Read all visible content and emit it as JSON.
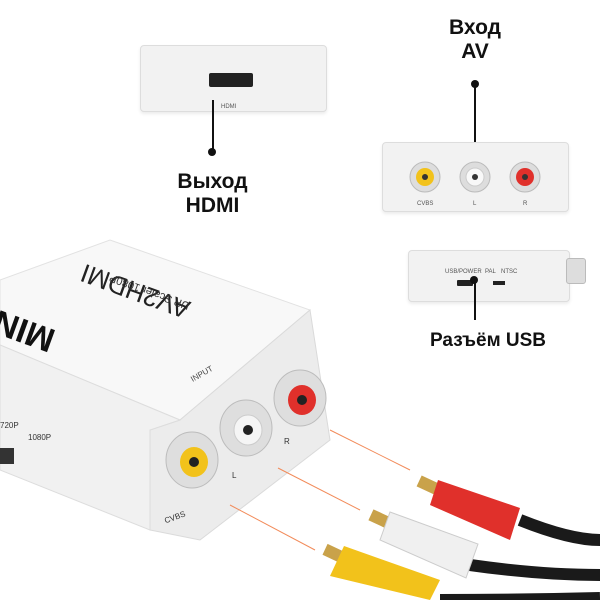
{
  "callouts": {
    "hdmi_out": {
      "line1": "Выход",
      "line2": "HDMI"
    },
    "av_in": {
      "line1": "Вход",
      "line2": "AV"
    },
    "usb": {
      "label": "Разъём USB"
    }
  },
  "device_labels": {
    "hdmi_port": "HDMI",
    "cvbs": "CVBS",
    "left": "L",
    "right": "R",
    "usb_power": "USB/POWER",
    "pal": "PAL",
    "ntsc": "NTSC",
    "brand": "MINI",
    "model": "AV2HDMI",
    "subtitle": "UP Scaler 1080P",
    "input": "INPUT",
    "res_720": "720P",
    "res_1080": "1080P"
  },
  "colors": {
    "yellow": "#f2c21b",
    "white_jack": "#e8e8e8",
    "red": "#e0302b",
    "device_body": "#f4f4f4",
    "cable": "#1a1a1a"
  }
}
